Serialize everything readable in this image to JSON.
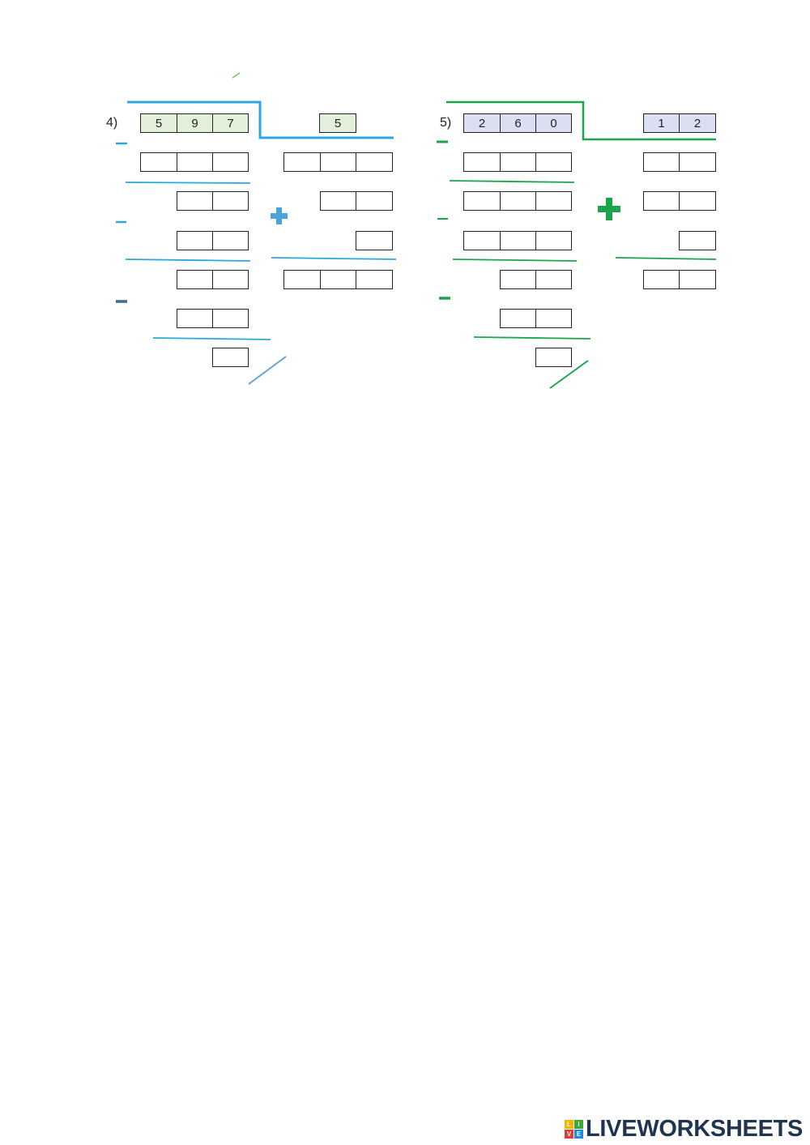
{
  "problems": [
    {
      "label": "4)",
      "dividend": [
        "5",
        "9",
        "7"
      ],
      "divisor": [
        "5"
      ],
      "accent": "#29a8e0",
      "given_fill": "#e2efda"
    },
    {
      "label": "5)",
      "dividend": [
        "2",
        "6",
        "0"
      ],
      "divisor": [
        "1",
        "2"
      ],
      "accent": "#17a74a",
      "given_fill": "#dae0f2"
    }
  ],
  "logo": {
    "text": "LIVEWORKSHEETS",
    "squares": [
      "L",
      "I",
      "V",
      "E"
    ],
    "square_colors": [
      "#f4b400",
      "#3aaa35",
      "#e53935",
      "#1e88e5"
    ],
    "text_color": "#1e3552"
  }
}
